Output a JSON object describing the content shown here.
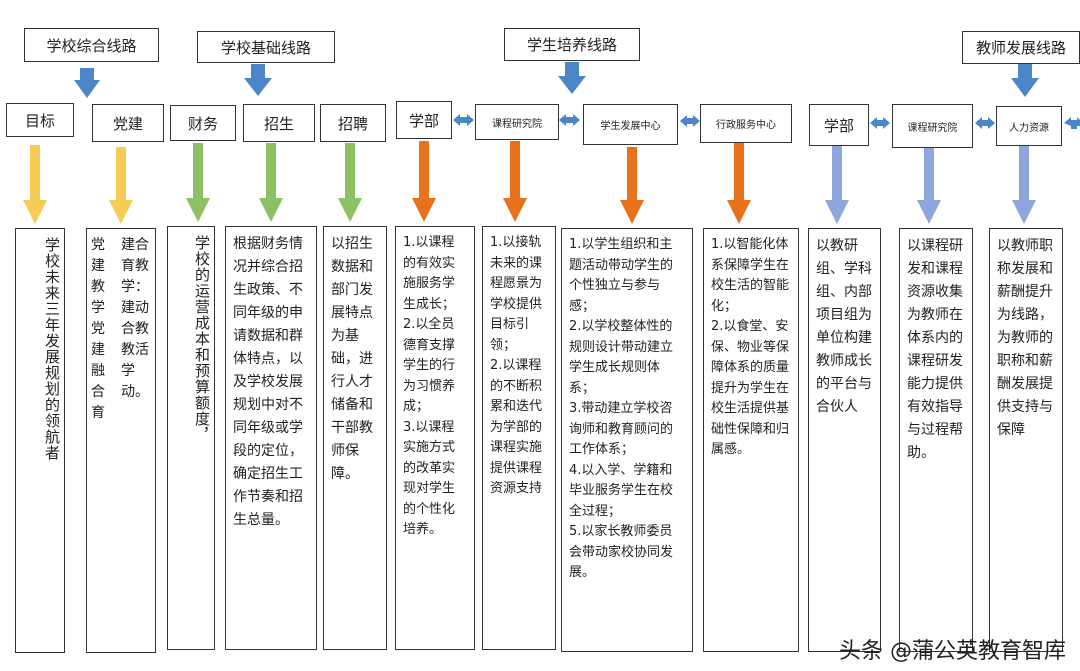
{
  "lines": {
    "school_overall": "学校综合线路",
    "school_basic": "学校基础线路",
    "student_training": "学生培养线路",
    "teacher_development": "教师发展线路"
  },
  "categories": {
    "goal": "目标",
    "party": "党建",
    "finance": "财务",
    "enrollment": "招生",
    "hiring": "招聘",
    "academic_dept": "学部",
    "curriculum_institute": "课程研究院",
    "student_dev_center": "学生发展中心",
    "admin_service_center": "行政服务中心",
    "academic_dept_2": "学部",
    "curriculum_institute_2": "课程研究院",
    "hr": "人力资源"
  },
  "descriptions": {
    "goal": "学校未来三年发展规划的领航者",
    "party_col1": "党建教学党建融合育",
    "party_col2": "建合育教学：建动合教教活学动。",
    "finance": "学校的运营成本和预算额度，",
    "enrollment": "根据财务情况并综合招生政策、不同年级的申请数据和群体特点，以及学校发展规划中对不同年级或学段的定位，确定招生工作节奏和招生总量。",
    "hiring": "以招生数据和部门发展特点为基础，进行人才储备和干部教师保障。",
    "academic_dept": "1.以课程的有效实施服务学生成长；\n2.以全员德育支撑学生的行为习惯养成；\n3.以课程实施方式的改革实现对学生的个性化培养。",
    "curriculum_institute": "1.以接轨未来的课程愿景为学校提供目标引领；\n2.以课程的不断积累和迭代为学部的课程实施提供课程资源支持",
    "student_dev_center": "1.以学生组织和主题活动带动学生的个性独立与参与感；\n2.以学校整体性的规则设计带动建立学生成长规则体系；\n3.带动建立学校咨询师和教育顾问的工作体系；\n4.以入学、学籍和毕业服务学生在校全过程；\n5.以家长教师委员会带动家校协同发展。",
    "admin_service_center": "1.以智能化体系保障学生在校生活的智能化；\n2.以食堂、安保、物业等保障体系的质量提升为学生在校生活提供基础性保障和归属感。",
    "academic_dept_2": "以教研组、学科组、内部项目组为单位构建教师成长的平台与合伙人",
    "curriculum_institute_2": "以课程研发和课程资源收集为教师在体系内的课程研发能力提供有效指导与过程帮助。",
    "hr": "以教师职称发展和薪酬提升为线路，为教师的职称和薪酬发展提供支持与保障"
  },
  "watermark": "头条 @蒲公英教育智库",
  "colors": {
    "blue_arrow": "#4a86c8",
    "yellow_arrow": "#f6cc55",
    "green_arrow": "#8cc064",
    "orange_arrow": "#e8711c",
    "lavender_arrow": "#8fa6dc",
    "border": "#333333"
  }
}
